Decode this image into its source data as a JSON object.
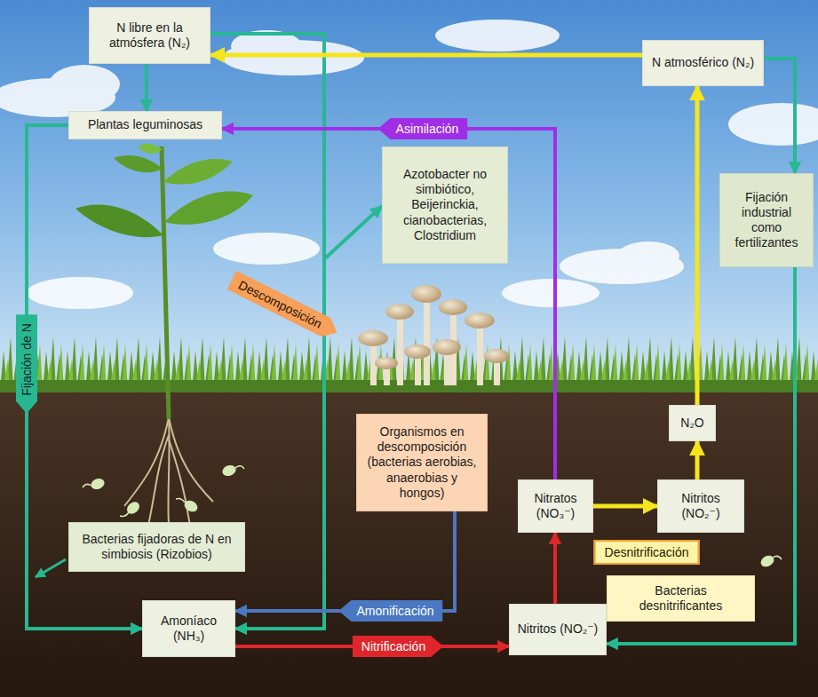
{
  "diagram": {
    "nodes": [
      {
        "text": [
          "N libre en la atmósfera (N₂)"
        ]
      },
      {
        "text": [
          "Plantas leguminosas"
        ]
      },
      {
        "text": [
          "Azotobacter no simbiótico, Beijerinckia, cianobacterias, Clostridium"
        ]
      },
      {
        "text": [
          "N atmosférico (N₂)"
        ]
      },
      {
        "text": [
          "Fijación industrial como fertilizantes"
        ]
      },
      {
        "text": [
          "Organismos en descomposición (bacterias aerobias, anaerobias y hongos)"
        ]
      },
      {
        "text": [
          "Bacterias fijadoras de N en simbiosis (Rizobios)"
        ]
      },
      {
        "text": [
          "Amoníaco (NH₃)"
        ]
      },
      {
        "text": [
          "Nitritos (NO₂⁻)"
        ]
      },
      {
        "text": [
          "Nitratos (NO₃⁻)"
        ]
      },
      {
        "text": [
          "Nitritos (NO₂⁻)"
        ]
      },
      {
        "text": [
          "N₂O"
        ]
      },
      {
        "text": [
          "Bacterias desnitrificantes"
        ]
      }
    ],
    "edges": [
      {
        "from": 0,
        "to": 1,
        "arrow": "to"
      },
      {
        "from": 0,
        "to": 2,
        "arrow": "to"
      },
      {
        "from": 0,
        "to": 7,
        "arrow": "to"
      },
      {
        "from": 1,
        "to": 7,
        "arrow": "to",
        "label": "Fijación de N"
      },
      {
        "from": 9,
        "to": 1,
        "arrow": "to",
        "label": "Asimilación"
      },
      {
        "from": 5,
        "to": 7,
        "arrow": "to",
        "label": "Amonificación"
      },
      {
        "from": 7,
        "to": 8,
        "arrow": "to",
        "label": "Nitrificación"
      },
      {
        "from": 8,
        "to": 9,
        "arrow": "to"
      },
      {
        "from": 9,
        "to": 10,
        "arrow": "to"
      },
      {
        "from": 10,
        "to": 11,
        "arrow": "to"
      },
      {
        "from": 11,
        "to": 3,
        "arrow": "to"
      },
      {
        "from": 3,
        "to": 0,
        "arrow": "to"
      },
      {
        "from": 3,
        "to": 4,
        "arrow": "to"
      },
      {
        "from": 4,
        "to": 8,
        "arrow": "to"
      }
    ],
    "labels": [
      "Descomposición",
      "Desnitrificación"
    ]
  }
}
